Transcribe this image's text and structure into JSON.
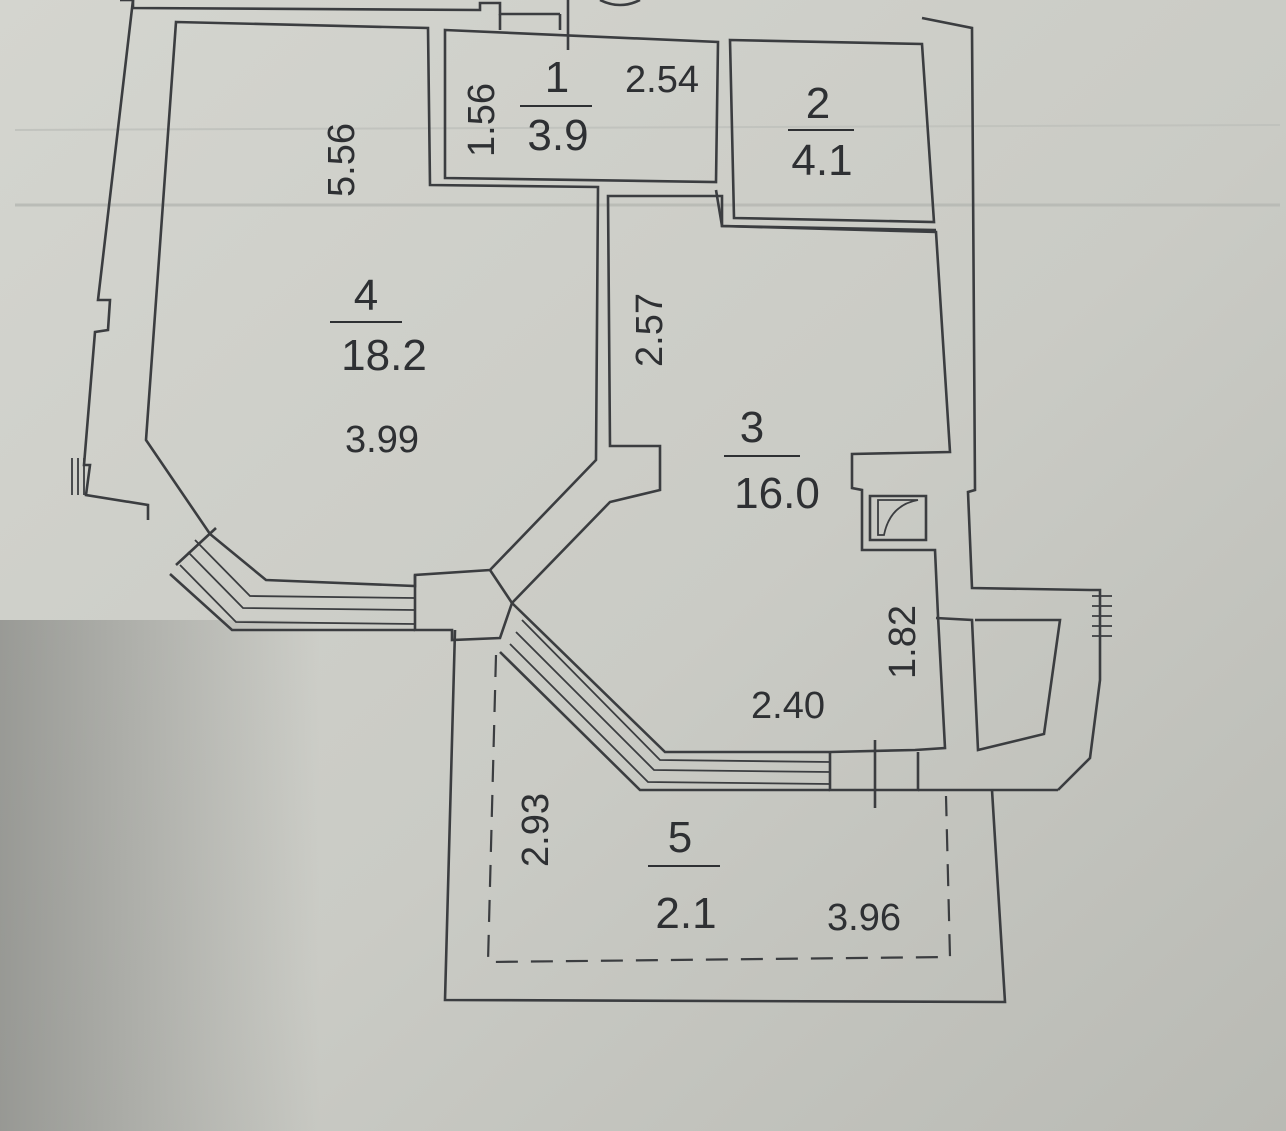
{
  "rooms": [
    {
      "number": "1",
      "area": "3.9"
    },
    {
      "number": "2",
      "area": "4.1"
    },
    {
      "number": "3",
      "area": "16.0"
    },
    {
      "number": "4",
      "area": "18.2"
    },
    {
      "number": "5",
      "area": "2.1"
    }
  ],
  "dimensions": {
    "room1_height": "1.56",
    "room1_width": "2.54",
    "room4_height": "5.56",
    "room4_width": "3.99",
    "room3_height": "2.57",
    "room3_niche_height": "1.82",
    "room3_width": "2.40",
    "balcony_height": "2.93",
    "balcony_width": "3.96"
  },
  "colors": {
    "paper": "#c9cac4",
    "ink": "#3b3d40"
  }
}
